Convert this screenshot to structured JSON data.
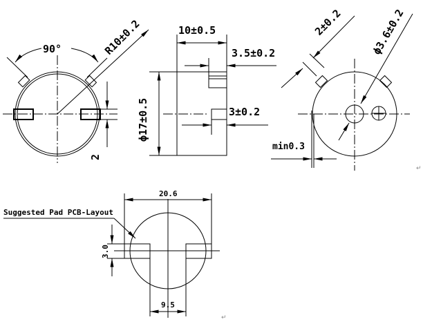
{
  "front_view": {
    "angle": "90°",
    "radius": "R10±0.2",
    "tab_width": "2"
  },
  "side_view": {
    "height": "10±0.5",
    "top_pin": "3.5±0.2",
    "mid_pin": "3±0.2",
    "diameter": "ϕ17±0.5"
  },
  "back_view": {
    "pin_width": "2±0.2",
    "hole_diameter": "ϕ3.6±0.2",
    "min_gap": "min0.3"
  },
  "pcb_layout": {
    "label": "Suggested Pad PCB-Layout",
    "outer_span": "20.6",
    "inner_span": "9.5",
    "pad_height": "3.0"
  },
  "paragraph_marks": [
    "↵",
    "↵"
  ]
}
